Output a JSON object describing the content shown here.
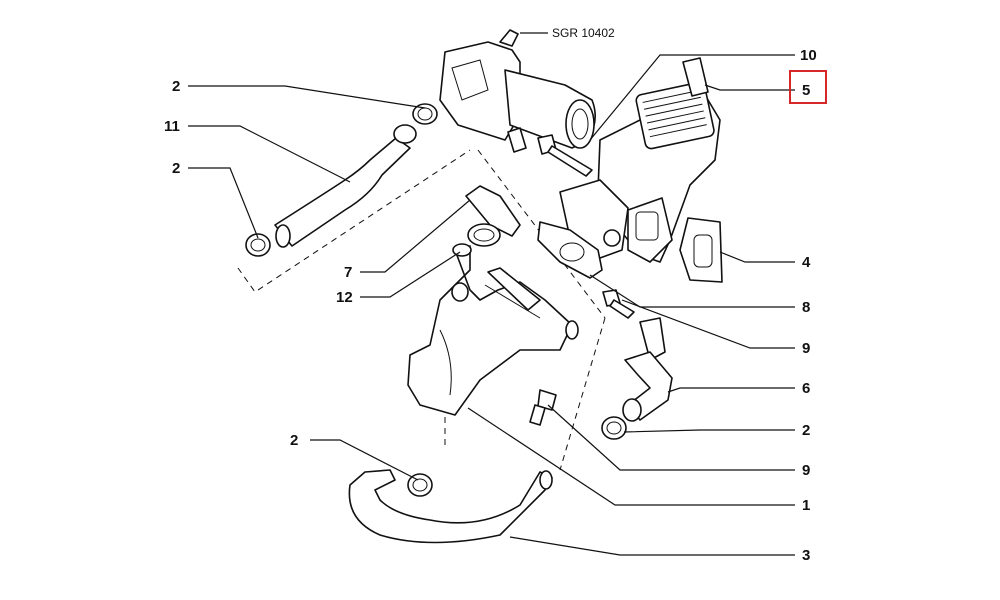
{
  "diagram": {
    "code": "SGR 10402",
    "highlight_color": "#d62828",
    "callouts": {
      "c1": "1",
      "c2a": "2",
      "c2b": "2",
      "c2c": "2",
      "c2d": "2",
      "c3": "3",
      "c4": "4",
      "c5": "5",
      "c6": "6",
      "c7": "7",
      "c8": "8",
      "c9a": "9",
      "c9b": "9",
      "c10": "10",
      "c11": "11",
      "c12": "12"
    }
  }
}
